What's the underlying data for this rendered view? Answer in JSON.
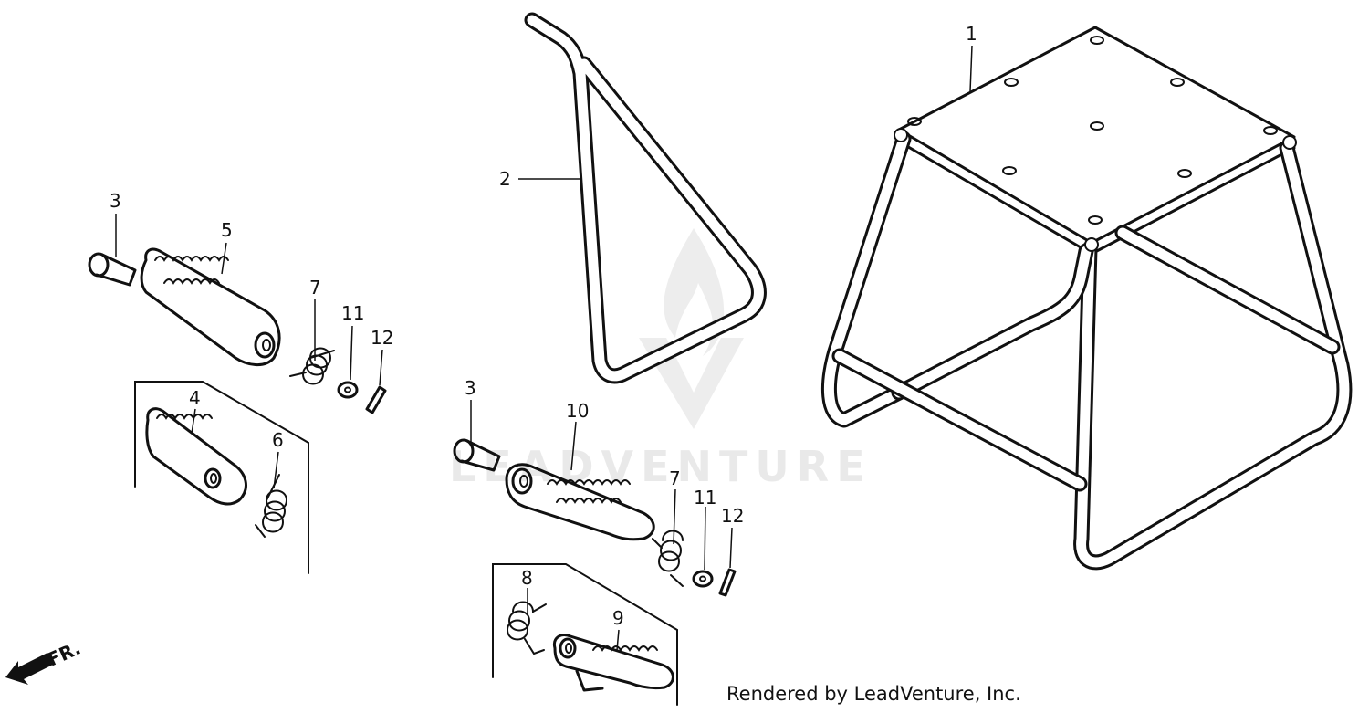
{
  "callouts": {
    "c1": "1",
    "c2": "2",
    "c3a": "3",
    "c3b": "3",
    "c4": "4",
    "c5": "5",
    "c6": "6",
    "c7a": "7",
    "c7b": "7",
    "c8": "8",
    "c9": "9",
    "c10": "10",
    "c11a": "11",
    "c11b": "11",
    "c12a": "12",
    "c12b": "12"
  },
  "direction_label": "FR.",
  "watermark_text": "LEADVENTURE",
  "credit_text": "Rendered by LeadVenture, Inc.",
  "colors": {
    "line": "#111111",
    "background": "#ffffff",
    "watermark": "#cfcfcf"
  }
}
